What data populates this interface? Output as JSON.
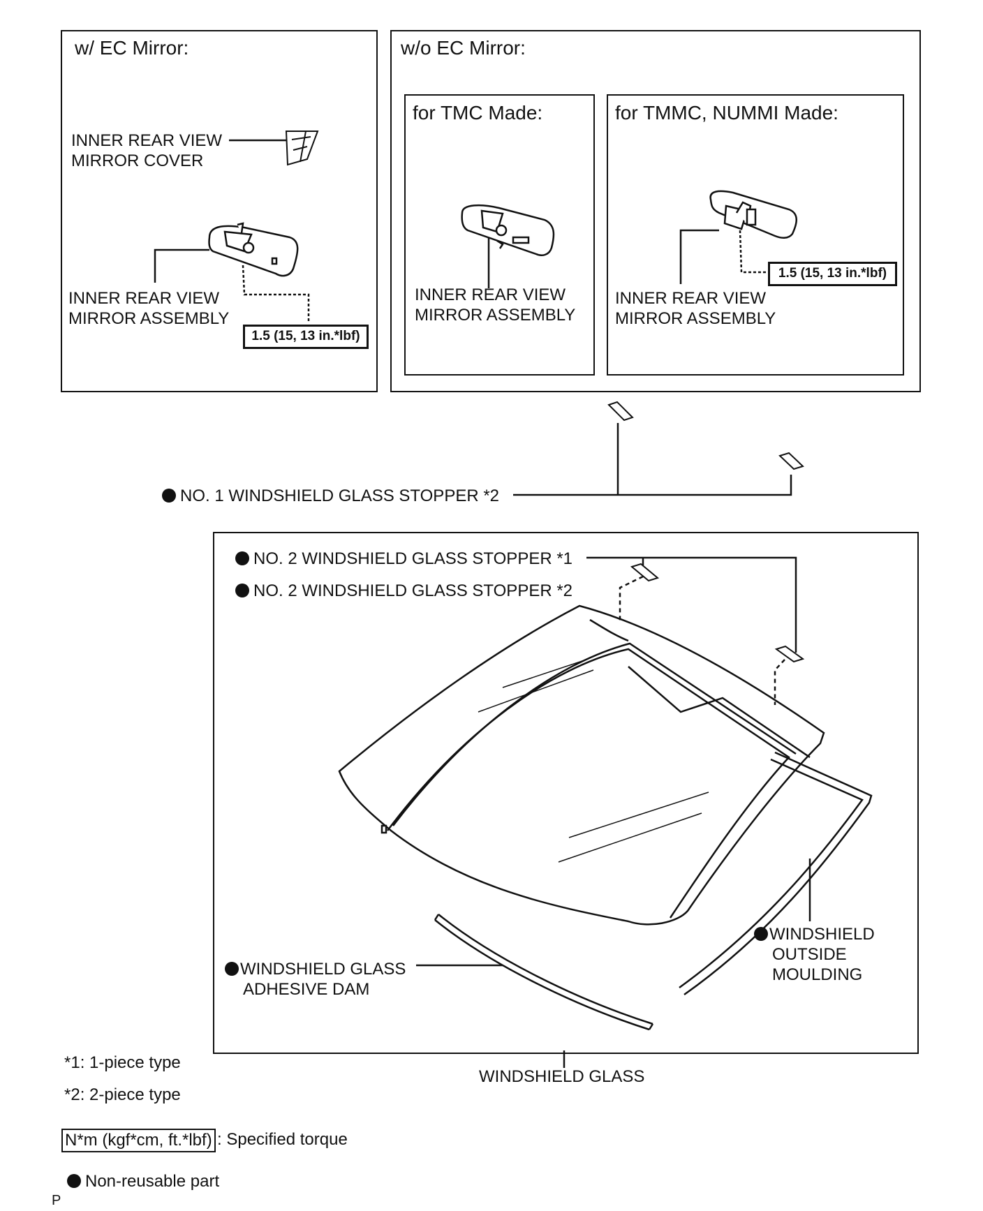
{
  "panels": {
    "ec_mirror": {
      "header": "w/ EC Mirror:"
    },
    "no_ec_mirror": {
      "header": "w/o EC Mirror:"
    },
    "tmc": {
      "header": "for TMC Made:"
    },
    "tmmc": {
      "header": "for TMMC, NUMMI Made:"
    }
  },
  "labels": {
    "mirror_cover": [
      "INNER REAR VIEW",
      "MIRROR COVER"
    ],
    "mirror_assembly": [
      "INNER REAR VIEW",
      "MIRROR ASSEMBLY"
    ],
    "stopper_no1": "NO. 1 WINDSHIELD GLASS STOPPER *2",
    "stopper_no2_1": "NO. 2 WINDSHIELD GLASS STOPPER *1",
    "stopper_no2_2": "NO. 2 WINDSHIELD GLASS STOPPER *2",
    "adhesive_dam": [
      "WINDSHIELD GLASS",
      "ADHESIVE DAM"
    ],
    "outside_moulding": [
      "WINDSHIELD",
      "OUTSIDE",
      "MOULDING"
    ],
    "windshield_glass": "WINDSHIELD GLASS"
  },
  "torque_value": "1.5 (15, 13 in.*lbf)",
  "legend": {
    "note_1": "*1: 1-piece type",
    "note_2": "*2: 2-piece type",
    "torque_unit": "N*m (kgf*cm, ft.*lbf)",
    "torque_desc": ": Specified torque",
    "non_reusable": "Non-reusable part",
    "corner_mark": "P"
  }
}
